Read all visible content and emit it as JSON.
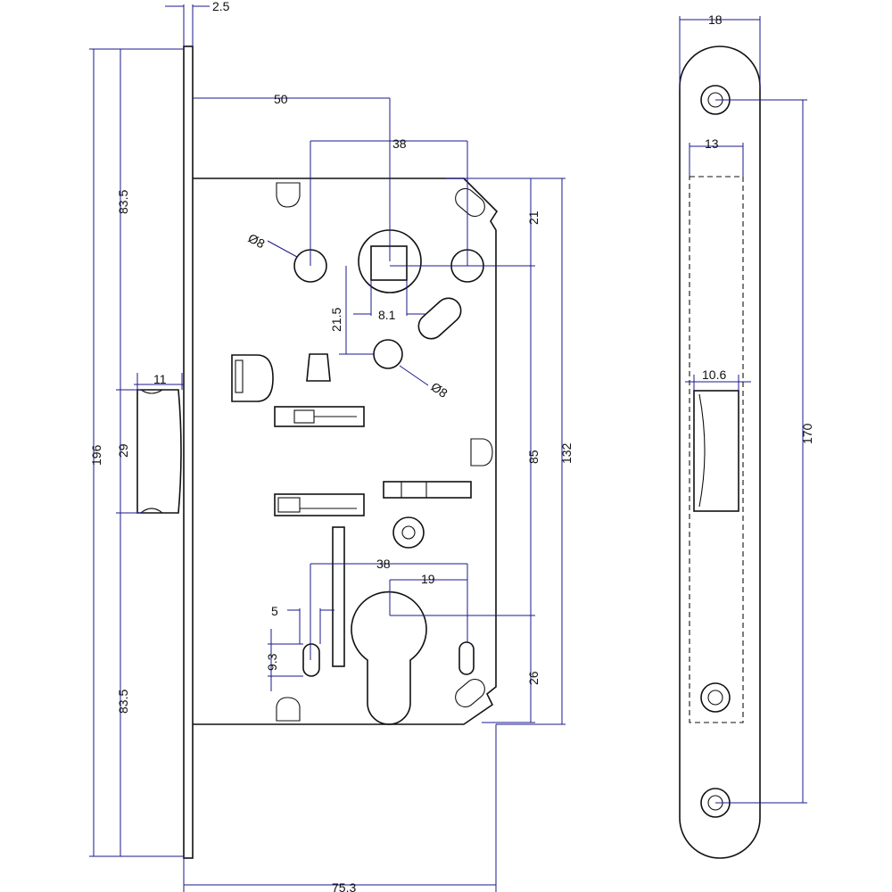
{
  "drawing": {
    "colors": {
      "line": "#111111",
      "dimension": "#1a1a8c",
      "background": "#ffffff"
    },
    "dimensions": {
      "faceplate_thickness": "2.5",
      "backset": "50",
      "spindle_hole_spacing_top": "38",
      "fixing_hole_top_diameter": "Ø8",
      "top_hole_offset": "21",
      "spindle_square": "8.1",
      "spindle_to_hole": "21.5",
      "fixing_hole_mid_diameter": "Ø8",
      "faceplate_upper": "83.5",
      "faceplate_lower": "83.5",
      "faceplate_length": "196",
      "latch_projection": "11",
      "latch_height": "29",
      "case_height": "132",
      "center_distance": "85",
      "cylinder_spacing": "38",
      "cylinder_half": "19",
      "bolt_width": "5",
      "bolt_height": "9.3",
      "bottom_offset": "26",
      "case_depth": "75.3",
      "strike_width": "18",
      "strike_slot_width": "13",
      "strike_hole_spacing": "170",
      "strike_latch_slot": "10.6"
    }
  }
}
